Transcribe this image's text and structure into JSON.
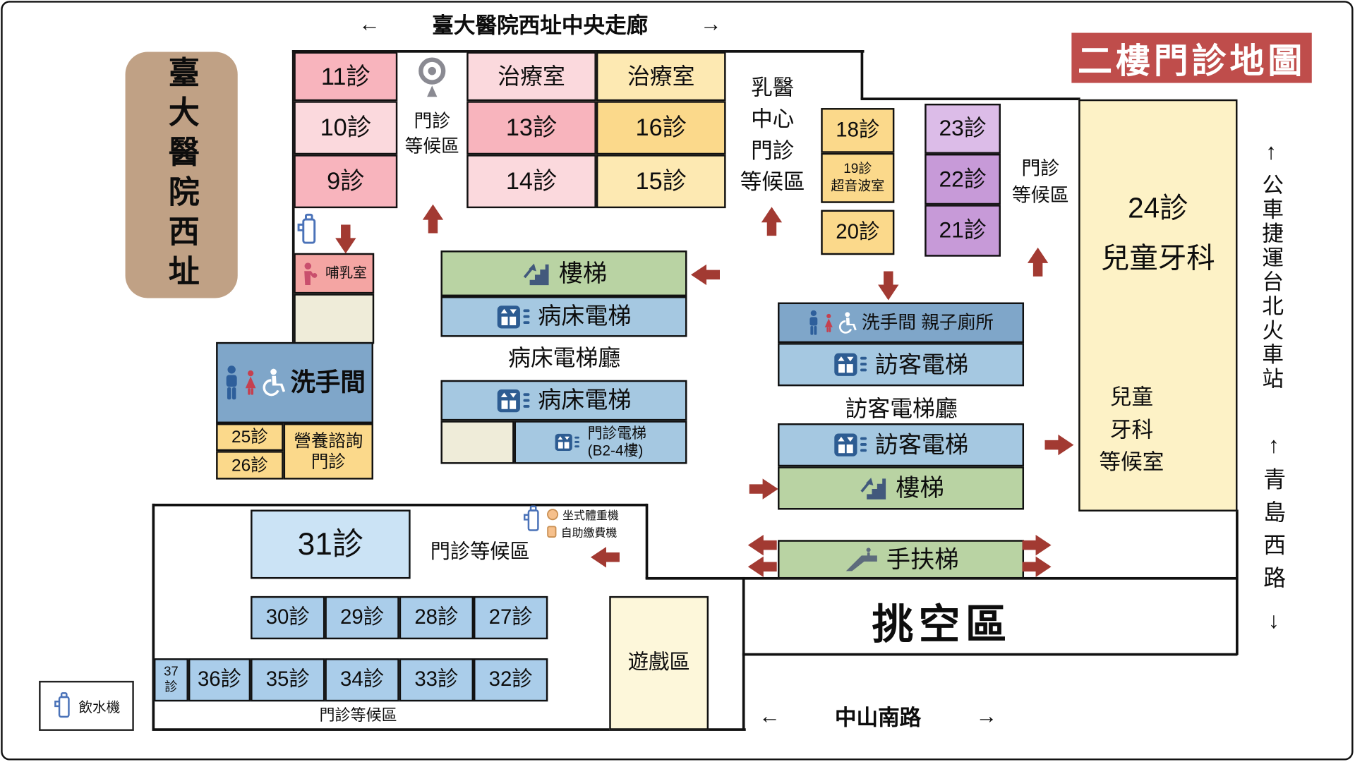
{
  "title": "二樓門診地圖",
  "corridor": {
    "left_arrow": "←",
    "label": "臺大醫院西址中央走廊",
    "right_arrow": "→"
  },
  "building": {
    "label": "臺大醫院西址"
  },
  "streets": {
    "bus_station": {
      "arrow": "↑",
      "label": "公車捷運台北火車站"
    },
    "qingdao": {
      "up_arrow": "↑",
      "label": "青島西路",
      "down_arrow": "↓"
    },
    "zhongshan": {
      "left_arrow": "←",
      "label": "中山南路",
      "right_arrow": "→"
    }
  },
  "rooms": {
    "r9": "9診",
    "r10": "10診",
    "r11": "11診",
    "treatment_left": "治療室",
    "treatment_right": "治療室",
    "r13": "13診",
    "r14": "14診",
    "r15": "15診",
    "r16": "16診",
    "r18": "18診",
    "r19": "19診\n超音波室",
    "r20": "20診",
    "r21": "21診",
    "r22": "22診",
    "r23": "23診",
    "r24": "24診\n兒童牙科",
    "r25": "25診",
    "r26": "26診",
    "nutrition": "營養諮詢\n門診",
    "r27": "27診",
    "r28": "28診",
    "r29": "29診",
    "r30": "30診",
    "r31": "31診",
    "r32": "32診",
    "r33": "33診",
    "r34": "34診",
    "r35": "35診",
    "r36": "36診",
    "r37": "37\n診"
  },
  "areas": {
    "clinic_waiting": "門診等候區",
    "clinic_waiting_2col": "門診\n等候區",
    "breast_center_waiting": "乳醫\n中心\n門診\n等候區",
    "child_dental_waiting": "兒童\n牙科\n等候室",
    "play_area": "遊戲區",
    "void_area": "挑空區",
    "bed_elevator_hall": "病床電梯廳",
    "visitor_elevator_hall": "訪客電梯廳"
  },
  "facilities": {
    "stairs": "樓梯",
    "bed_elevator": "病床電梯",
    "clinic_elevator": "門診電梯\n(B2-4樓)",
    "visitor_elevator": "訪客電梯",
    "escalator": "手扶梯",
    "restroom": "洗手間",
    "family_restroom": "洗手間 親子廁所",
    "nursing_room": "哺乳室",
    "water_fountain": "飲水機",
    "seated_scale": "坐式體重機",
    "self_pay_kiosk": "自助繳費機"
  },
  "colors": {
    "title_bg": "#bf4d4b",
    "arrow": "#a23a32",
    "room_pink": "#f8b4bd",
    "room_pink_light": "#fbd9dd",
    "room_yellow": "#fbd98b",
    "room_yellow_light": "#fde9b2",
    "room_purple": "#c79ad8",
    "room_purple_light": "#dcbce8",
    "room_blue": "#aacdea",
    "room_blue_light": "#cbe3f5",
    "facility_blue": "#a5c8e1",
    "facility_green": "#b9d3a3",
    "restroom_blue": "#7fa6c9",
    "nursing_pink": "#f4a5a3",
    "child_dental_cream": "#fdf2c6",
    "building_brown": "#c0a185"
  }
}
